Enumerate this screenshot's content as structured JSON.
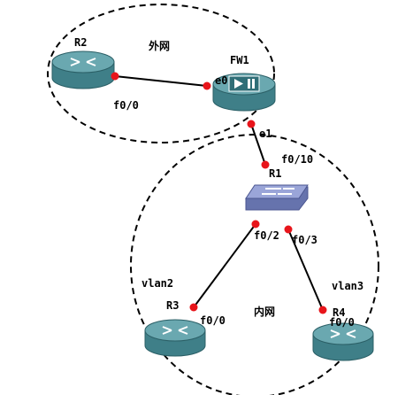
{
  "zones": {
    "outer": "外网",
    "inner": "内网"
  },
  "devices": {
    "r2": "R2",
    "fw1": "FW1",
    "r1": "R1",
    "r3": "R3",
    "r4": "R4"
  },
  "interfaces": {
    "r2_f00": "f0/0",
    "fw1_e0": "e0",
    "fw1_e1": "e1",
    "r1_f010": "f0/10",
    "r1_f02": "f0/2",
    "r1_f03": "f0/3",
    "r3_f00": "f0/0",
    "r4_f00": "f0/0"
  },
  "vlans": {
    "vlan2": "vlan2",
    "vlan3": "vlan3"
  },
  "colors": {
    "router_top": "#5f9ea6",
    "router_side": "#3f7f88",
    "port_dot": "#e8151b",
    "switch_top": "#8e9ad0",
    "switch_side": "#6673ad",
    "firewall": "#4e8e98"
  }
}
